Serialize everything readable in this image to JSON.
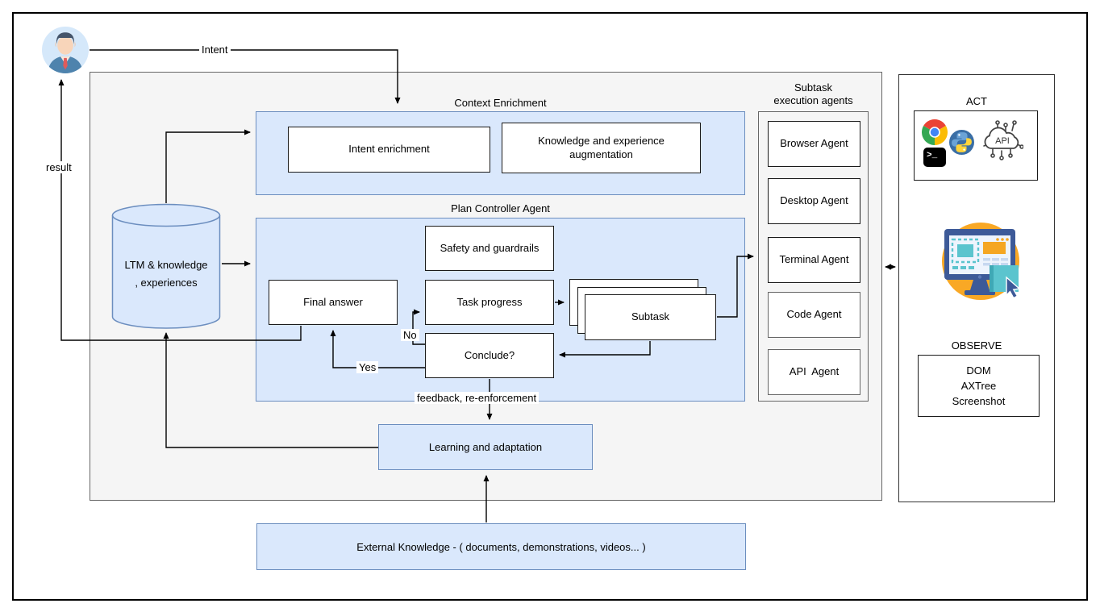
{
  "user_flow": {
    "intent_label": "Intent",
    "result_label": "result"
  },
  "context_enrichment": {
    "title": "Context Enrichment",
    "intent_enrichment": "Intent enrichment",
    "knowledge_augmentation": "Knowledge and experience augmentation"
  },
  "plan_controller": {
    "title": "Plan Controller Agent",
    "safety": "Safety and guardrails",
    "final_answer": "Final answer",
    "task_progress": "Task progress",
    "subtask": "Subtask",
    "conclude": "Conclude?",
    "yes_label": "Yes",
    "no_label": "No",
    "feedback_label": "feedback, re-enforcement"
  },
  "ltm": {
    "line1": "LTM & knowledge",
    "line2": ", experiences"
  },
  "learning": {
    "label": "Learning and adaptation"
  },
  "external_knowledge": {
    "label": "External Knowledge - ( documents, demonstrations, videos... )"
  },
  "subtask_agents": {
    "title_line1": "Subtask",
    "title_line2": "execution agents",
    "items": [
      {
        "label": "Browser Agent"
      },
      {
        "label": "Desktop Agent"
      },
      {
        "label": "Terminal Agent"
      },
      {
        "label": "Code Agent"
      },
      {
        "label": "API  Agent"
      }
    ]
  },
  "right_panel": {
    "act_title": "ACT",
    "act_icons": [
      "chrome-icon",
      "python-icon",
      "terminal-icon",
      "api-icon"
    ],
    "api_icon_text": "API",
    "terminal_prompt": ">_",
    "observe_title": "OBSERVE",
    "observe_items": [
      "DOM",
      "AXTree",
      "Screenshot"
    ]
  },
  "colors": {
    "blue_fill": "#dae8fc",
    "blue_border": "#6c8ebf",
    "container_fill": "#f5f5f5",
    "container_border": "#666666",
    "accent_orange": "#f5a623",
    "accent_teal": "#5bc4ce",
    "monitor_blue": "#3d5a98"
  }
}
